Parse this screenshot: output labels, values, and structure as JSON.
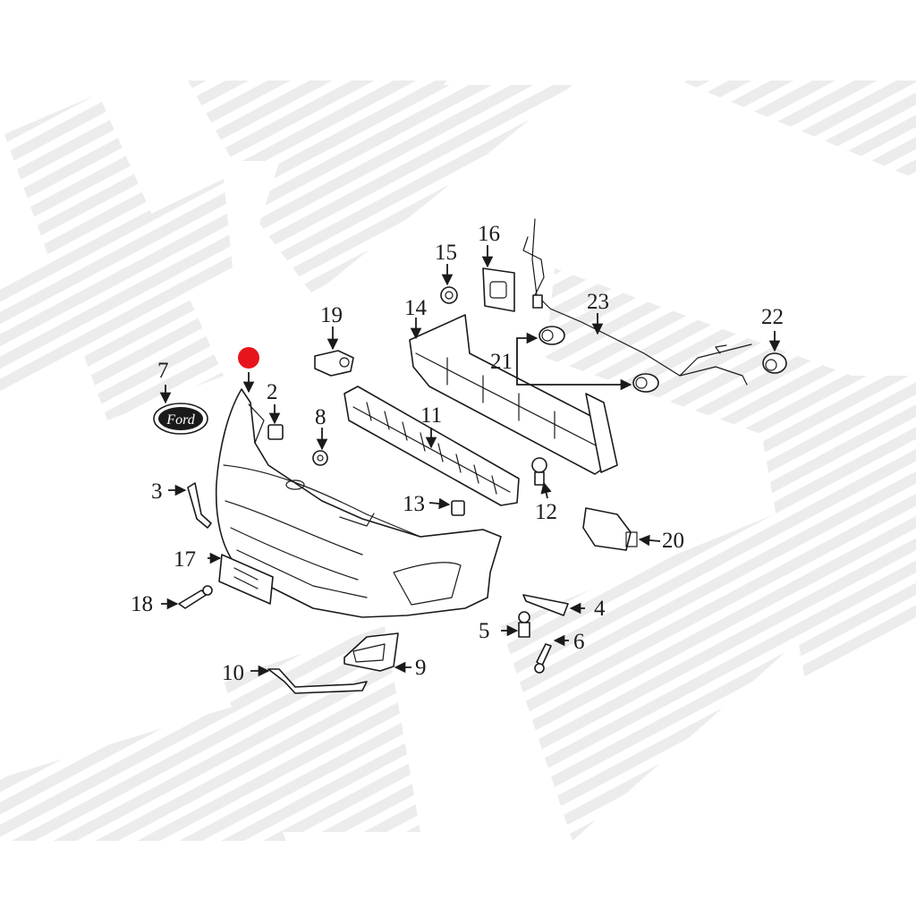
{
  "callouts": [
    {
      "id": "1",
      "label": ""
    },
    {
      "id": "2",
      "label": "2"
    },
    {
      "id": "3",
      "label": "3"
    },
    {
      "id": "4",
      "label": "4"
    },
    {
      "id": "5",
      "label": "5"
    },
    {
      "id": "6",
      "label": "6"
    },
    {
      "id": "7",
      "label": "7"
    },
    {
      "id": "8",
      "label": "8"
    },
    {
      "id": "9",
      "label": "9"
    },
    {
      "id": "10",
      "label": "10"
    },
    {
      "id": "11",
      "label": "11"
    },
    {
      "id": "12",
      "label": "12"
    },
    {
      "id": "13",
      "label": "13"
    },
    {
      "id": "14",
      "label": "14"
    },
    {
      "id": "15",
      "label": "15"
    },
    {
      "id": "16",
      "label": "16"
    },
    {
      "id": "17",
      "label": "17"
    },
    {
      "id": "18",
      "label": "18"
    },
    {
      "id": "19",
      "label": "19"
    },
    {
      "id": "20",
      "label": "20"
    },
    {
      "id": "21",
      "label": "21"
    },
    {
      "id": "22",
      "label": "22"
    },
    {
      "id": "23",
      "label": "23"
    }
  ],
  "highlight": {
    "color": "#e8141b",
    "target_part": "bumper-cover"
  },
  "emblem_text": "Ford",
  "watermark_color": "#ebebeb"
}
